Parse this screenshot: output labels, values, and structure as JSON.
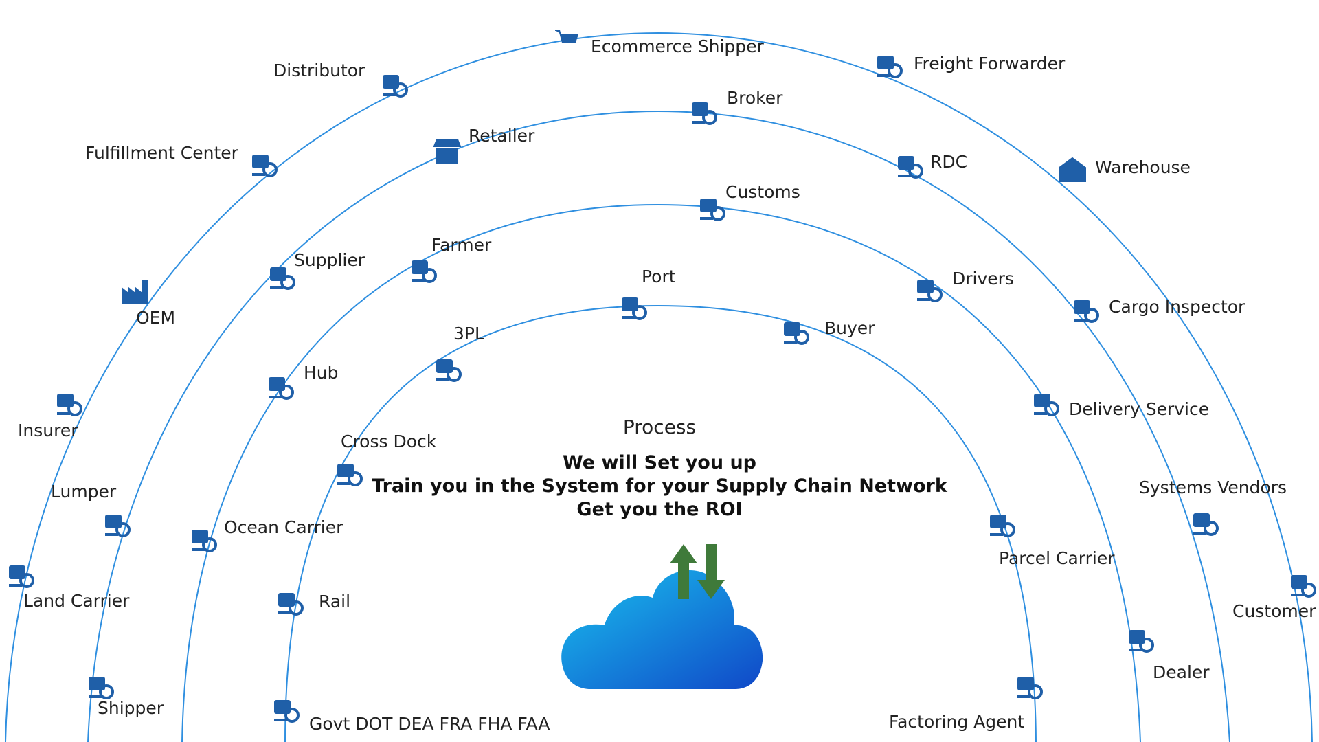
{
  "colors": {
    "arc": "#2f8fe0",
    "icon": "#1f5fa8",
    "arrow": "#3f7a3a",
    "cloud_start": "#19c1ee",
    "cloud_end": "#1048c8"
  },
  "center": {
    "title": "Process",
    "lines": [
      "We will Set you up",
      "Train you in the System for your Supply Chain Network",
      "Get you the ROI"
    ]
  },
  "nodes": [
    {
      "id": "ecommerce-shipper",
      "label": "Ecommerce Shipper",
      "icon": "cart-icon"
    },
    {
      "id": "freight-forwarder",
      "label": "Freight Forwarder",
      "icon": "plane-truck-icon"
    },
    {
      "id": "distributor",
      "label": "Distributor",
      "icon": "distribution-network-icon"
    },
    {
      "id": "warehouse",
      "label": "Warehouse",
      "icon": "warehouse-icon"
    },
    {
      "id": "broker",
      "label": "Broker",
      "icon": "location-truck-icon"
    },
    {
      "id": "fulfillment-center",
      "label": "Fulfillment Center",
      "icon": "box-clock-icon"
    },
    {
      "id": "retailer",
      "label": "Retailer",
      "icon": "store-icon"
    },
    {
      "id": "rdc",
      "label": "RDC",
      "icon": "cube-arrows-icon"
    },
    {
      "id": "customs",
      "label": "Customs",
      "icon": "scanner-icon"
    },
    {
      "id": "supplier",
      "label": "Supplier",
      "icon": "handshake-box-icon"
    },
    {
      "id": "farmer",
      "label": "Farmer",
      "icon": "location-truck-icon"
    },
    {
      "id": "drivers",
      "label": "Drivers",
      "icon": "driver-icon"
    },
    {
      "id": "cargo-inspector",
      "label": "Cargo Inspector",
      "icon": "hardhat-gear-icon"
    },
    {
      "id": "port",
      "label": "Port",
      "icon": "gear-network-icon"
    },
    {
      "id": "oem",
      "label": "OEM",
      "icon": "factory-icon"
    },
    {
      "id": "buyer",
      "label": "Buyer",
      "icon": "hub-network-icon"
    },
    {
      "id": "3pl",
      "label": "3PL",
      "icon": "factory-gear-icon"
    },
    {
      "id": "hub",
      "label": "Hub",
      "icon": "robot-arm-icon"
    },
    {
      "id": "insurer",
      "label": "Insurer",
      "icon": "shield-document-icon"
    },
    {
      "id": "delivery-service",
      "label": "Delivery Service",
      "icon": "conveyor-icon"
    },
    {
      "id": "cross-dock",
      "label": "Cross Dock",
      "icon": "gear-tools-icon"
    },
    {
      "id": "systems-vendors",
      "label": "Systems Vendors",
      "icon": "search-boxes-icon"
    },
    {
      "id": "lumper",
      "label": "Lumper",
      "icon": "worker-icon"
    },
    {
      "id": "ocean-carrier",
      "label": "Ocean Carrier",
      "icon": "waves-icon"
    },
    {
      "id": "parcel-carrier",
      "label": "Parcel Carrier",
      "icon": "conveyor-gear-icon"
    },
    {
      "id": "land-carrier",
      "label": "Land Carrier",
      "icon": "map-pin-icon"
    },
    {
      "id": "rail",
      "label": "Rail",
      "icon": "box-network-icon"
    },
    {
      "id": "customer",
      "label": "Customer",
      "icon": "customer-icon"
    },
    {
      "id": "dealer",
      "label": "Dealer",
      "icon": "lightbulb-network-icon"
    },
    {
      "id": "shipper",
      "label": "Shipper",
      "icon": "hand-box-icon"
    },
    {
      "id": "govt",
      "label": "Govt DOT DEA FRA FHA FAA",
      "icon": "touch-network-icon"
    },
    {
      "id": "factoring-agent",
      "label": "Factoring Agent",
      "icon": "gear-boxes-icon"
    }
  ]
}
